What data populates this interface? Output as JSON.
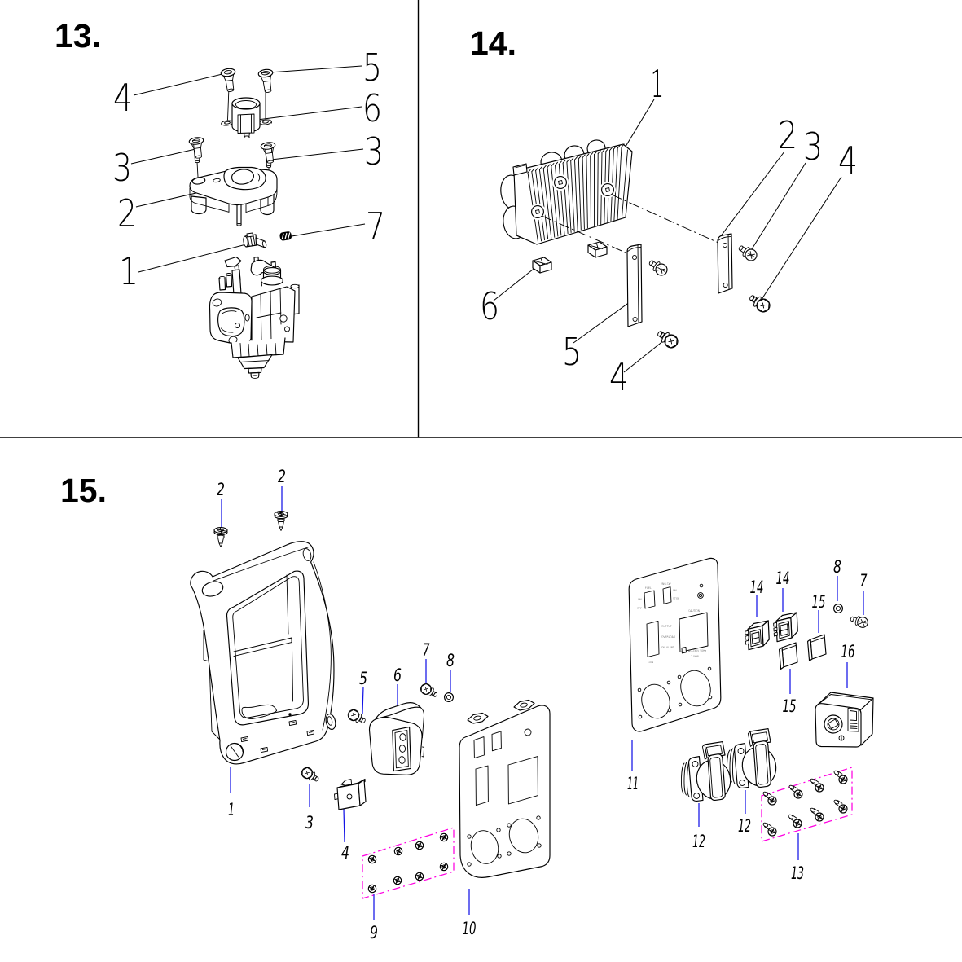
{
  "figure": {
    "type": "exploded-parts-diagram",
    "sections": {
      "s13": {
        "title": "13.",
        "callouts": [
          "4",
          "5",
          "6",
          "3",
          "3",
          "2",
          "7",
          "1"
        ]
      },
      "s14": {
        "title": "14.",
        "callouts": [
          "1",
          "2",
          "3",
          "4",
          "6",
          "5",
          "4"
        ]
      },
      "s15": {
        "title": "15.",
        "callouts": [
          "2",
          "2",
          "1",
          "3",
          "4",
          "5",
          "6",
          "7",
          "8",
          "9",
          "10",
          "11",
          "14",
          "14",
          "15",
          "15",
          "8",
          "7",
          "16",
          "12",
          "12",
          "13"
        ]
      }
    },
    "colors": {
      "ink": "#000000",
      "leader_blue": "#1414e6",
      "highlight_magenta": "#ff00e1",
      "background": "#ffffff"
    },
    "panel_decal": {
      "fuel_label": "FUEL",
      "fuel_on": "ON",
      "fuel_off": "OFF",
      "engine_label": "ENG.SW",
      "engine_on": "ON",
      "engine_stop": "STOP",
      "output": "OUTPUT",
      "overload": "OVERLOAD",
      "oil_alert": "OIL ALERT",
      "breaker": "10A",
      "caution": "CAUTION",
      "spec1": "AC 230V 50Hz",
      "spec2": "2.0kW"
    }
  }
}
